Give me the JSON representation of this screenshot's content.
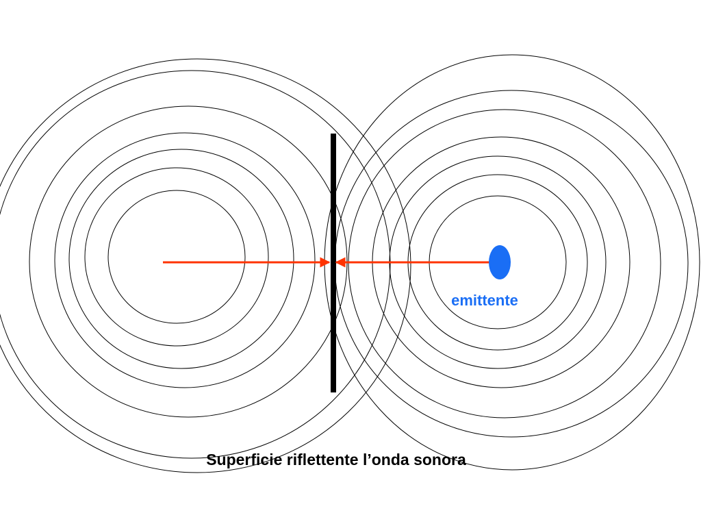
{
  "labels": {
    "emitter": "emittente",
    "caption": "Superficie riflettente l’onda sonora"
  },
  "colors": {
    "background": "#ffffff",
    "wave_rings": "#000000",
    "reflecting_surface": "#000000",
    "ray_arrows": "#ff3300",
    "emitter": "#1a6ef5",
    "emitter_label": "#1a6ef5"
  },
  "wave_sources": {
    "real_source": "emittente",
    "virtual_source": "image of the emitter behind the surface"
  },
  "icons": {
    "emitter": "emitter-dot-icon",
    "surface": "reflecting-wall"
  }
}
